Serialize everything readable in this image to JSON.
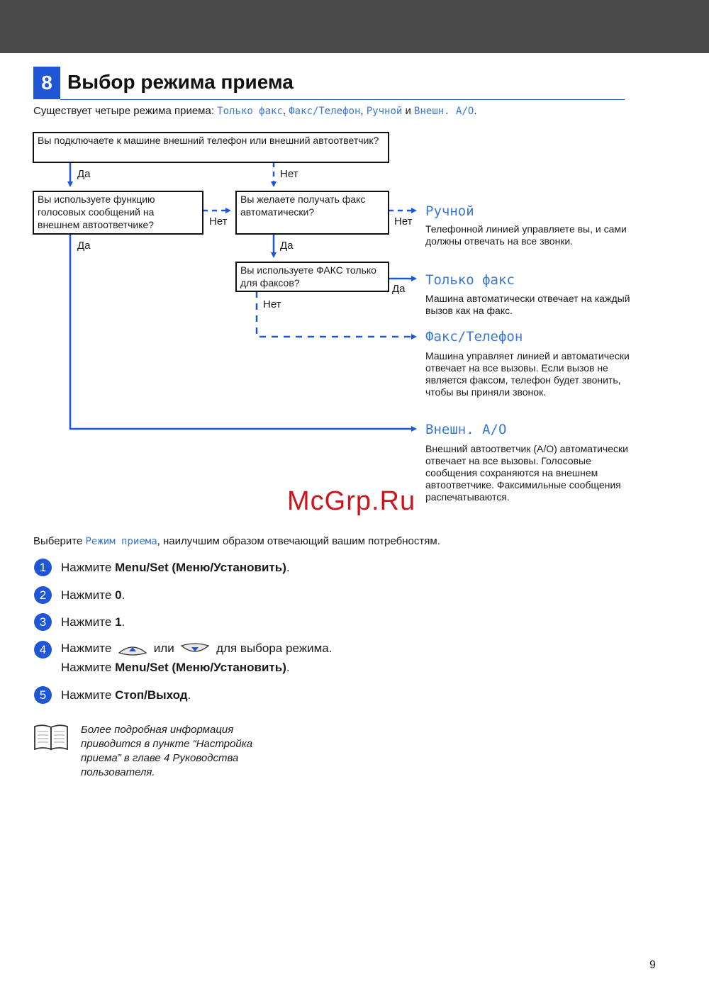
{
  "header": {
    "step_number": "8",
    "title": "Выбор режима приема"
  },
  "intro": {
    "text": "Существует четыре режима приема: ",
    "mode1": "Только факс",
    "sep1": ", ",
    "mode2": "Факс/Телефон",
    "sep2": ", ",
    "mode3": "Ручной",
    "and": " и ",
    "mode4": "Внешн. А/О",
    "end": "."
  },
  "flow": {
    "q1": "Вы подключаете к машине внешний телефон или внешний автоответчик?",
    "q2": "Вы используете функцию голосовых сообщений на внешнем автоответчике?",
    "q3": "Вы желаете получать факс автоматически?",
    "q4": "Вы используете ФАКС только для факсов?",
    "yes": "Да",
    "no": "Нет"
  },
  "modes": [
    {
      "name": "Ручной",
      "desc": "Телефонной линией управляете вы, и сами должны отвечать на все звонки."
    },
    {
      "name": "Только факс",
      "desc": "Машина автоматически отвечает на каждый вызов как на факс."
    },
    {
      "name": "Факс/Телефон",
      "desc": "Машина управляет линией и автоматически отвечает на все вызовы. Если вызов не является факсом, телефон будет звонить, чтобы вы приняли звонок."
    },
    {
      "name": "Внешн. А/О",
      "desc": "Внешний автоответчик (А/О) автоматически отвечает на все вызовы. Голосовые сообщения сохраняются на внешнем автоответчике. Факсимильные сообщения распечатываются."
    }
  ],
  "watermark": "McGrp.Ru",
  "choose": {
    "before": "Выберите ",
    "mode": "Режим приема",
    "after": ", наилучшим образом отвечающий вашим потребностям."
  },
  "steps": [
    {
      "num": "1",
      "pre": "Нажмите ",
      "bold": "Menu/Set (Меню/Установить)",
      "post": "."
    },
    {
      "num": "2",
      "pre": "Нажмите ",
      "bold": "0",
      "post": "."
    },
    {
      "num": "3",
      "pre": "Нажмите ",
      "bold": "1",
      "post": "."
    },
    {
      "num": "4",
      "pre": "Нажмите ",
      "mid_or": " или ",
      "post_choice": " для выбора режима.",
      "line2_pre": "Нажмите ",
      "line2_bold": "Menu/Set (Меню/Установить)",
      "line2_post": "."
    },
    {
      "num": "5",
      "pre": "Нажмите ",
      "bold": "Стоп/Выход",
      "post": "."
    }
  ],
  "note": "Более подробная информация приводится в пункте “Настройка приема” в главе 4 Руководства пользователя.",
  "page_number": "9",
  "colors": {
    "accent": "#1f56d6",
    "mode_text": "#3a78d6",
    "header_bar": "#4a4a4a",
    "watermark": "#d0121b"
  }
}
